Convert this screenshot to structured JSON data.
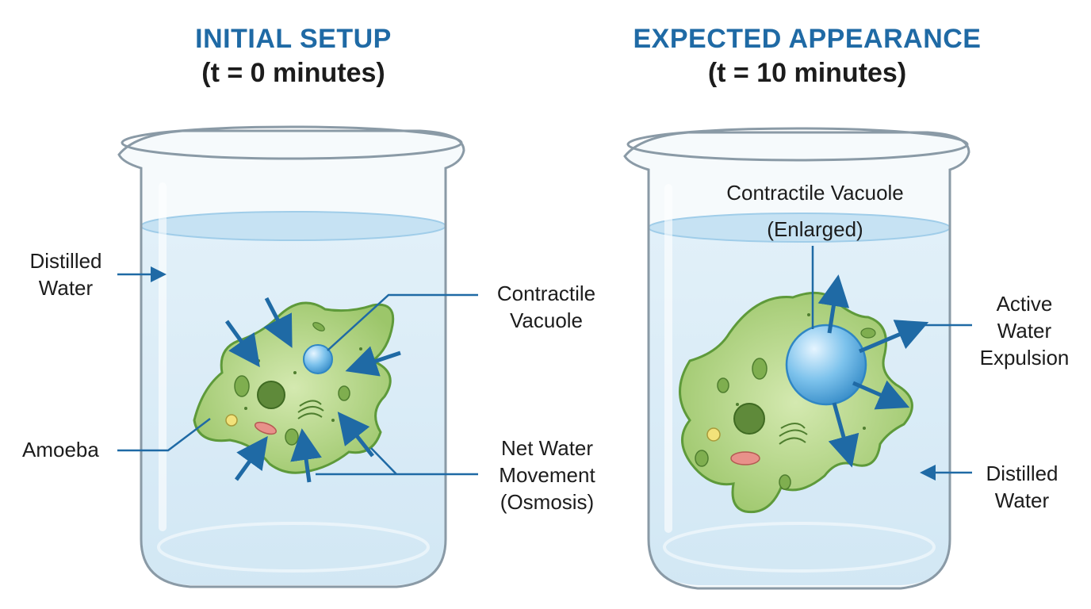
{
  "left_panel": {
    "title": "INITIAL SETUP",
    "subtitle": "(t = 0 minutes)",
    "labels": {
      "distilled_water": "Distilled\nWater",
      "contractile_vacuole": "Contractile\nVacuole",
      "amoeba": "Amoeba",
      "net_water_movement": "Net Water\nMovement\n(Osmosis)"
    }
  },
  "right_panel": {
    "title": "EXPECTED APPEARANCE",
    "subtitle": "(t = 10 minutes)",
    "labels": {
      "contractile_vacuole_enlarged_line1": "Contractile Vacuole",
      "contractile_vacuole_enlarged_line2": "(Enlarged)",
      "active_water_expulsion": "Active\nWater\nExpulsion",
      "distilled_water": "Distilled\nWater"
    }
  },
  "colors": {
    "title_blue": "#1f6aa5",
    "arrow_blue": "#1f6aa5",
    "water": "#d8ecf8",
    "cell_fill": "#a9d17a",
    "cell_outline": "#5e9a3a",
    "vacuole": "#6bb8e6"
  }
}
